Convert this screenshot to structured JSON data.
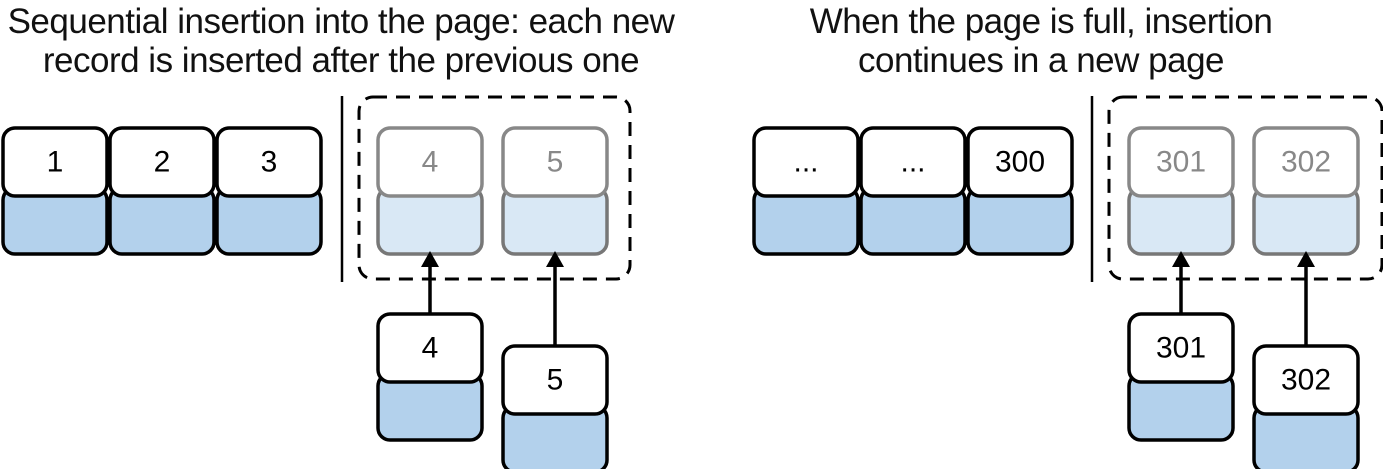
{
  "panels": [
    {
      "title": [
        "Sequential insertion into the page: each new",
        "record is inserted after the previous one"
      ],
      "existing": [
        "1",
        "2",
        "3"
      ],
      "page_slots": [
        "4",
        "5"
      ],
      "incoming": [
        "4",
        "5"
      ]
    },
    {
      "title": [
        "When the page is full, insertion",
        "continues in a new page"
      ],
      "existing": [
        "...",
        "...",
        "300"
      ],
      "page_slots": [
        "301",
        "302"
      ],
      "incoming": [
        "301",
        "302"
      ]
    }
  ],
  "colors": {
    "record_fill": "#b3d1ec",
    "record_fill_pending": "#d9e8f5",
    "pending_text": "#888888"
  }
}
